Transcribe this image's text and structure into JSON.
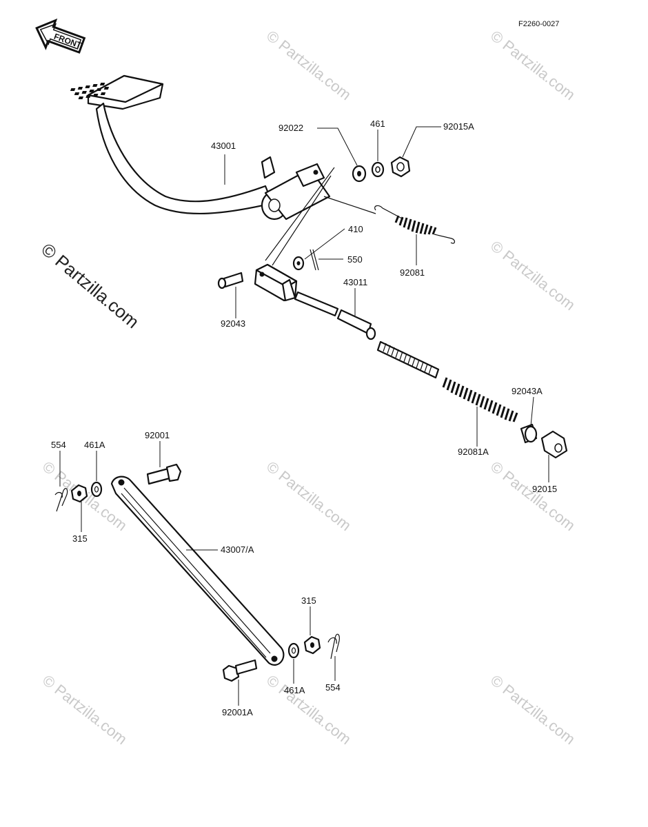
{
  "figure_id": "F2260-0027",
  "front_badge": "FRONT",
  "watermark_text": "© Partzilla.com",
  "callouts": {
    "c43001": "43001",
    "c92022": "92022",
    "c461": "461",
    "c92015A": "92015A",
    "c410": "410",
    "c550": "550",
    "c92081": "92081",
    "c43011": "43011",
    "c92043": "92043",
    "c92043A": "92043A",
    "c92081A": "92081A",
    "c92015": "92015",
    "c554_left": "554",
    "c461A_left": "461A",
    "c92001": "92001",
    "c315_left": "315",
    "c43007A": "43007/A",
    "c315_right": "315",
    "c554_right": "554",
    "c461A_right": "461A",
    "c92001A": "92001A"
  },
  "colors": {
    "ink": "#111111",
    "watermark": "#c9c9c9",
    "paper": "#ffffff"
  }
}
